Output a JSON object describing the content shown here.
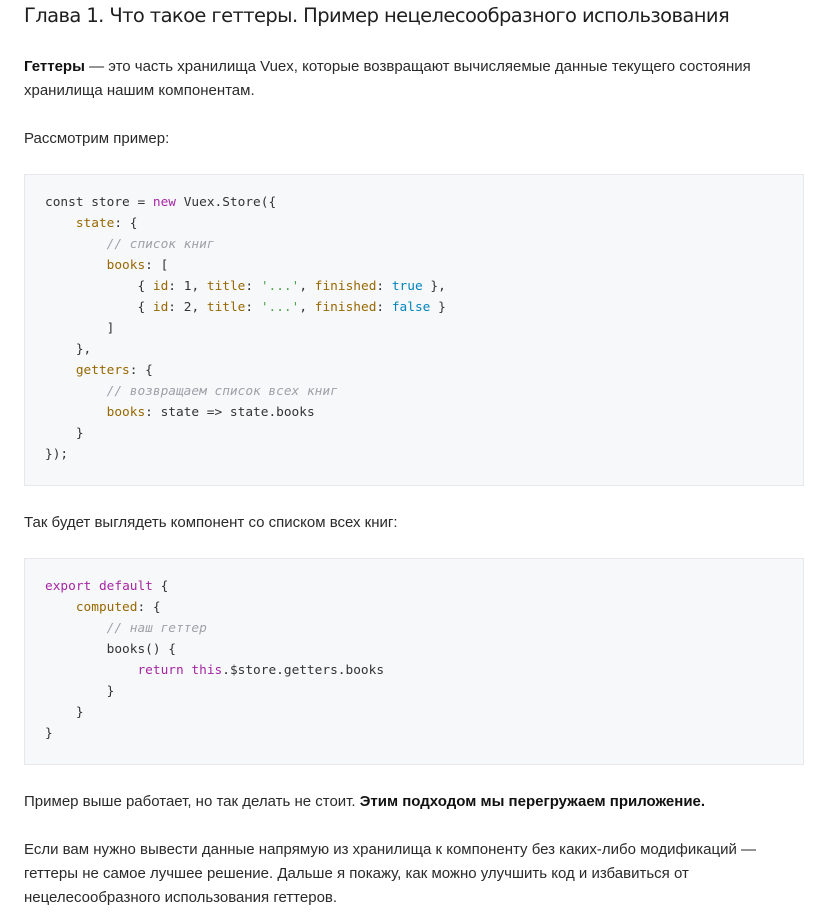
{
  "heading": "Глава 1. Что такое геттеры. Пример нецелесообразного использования",
  "intro": {
    "term": "Геттеры",
    "rest": " — это часть хранилища Vuex, которые возвращают вычисляемые данные текущего состояния хранилища нашим компонентам."
  },
  "consider": "Рассмотрим пример:",
  "code1": {
    "l1_a": "const store = ",
    "l1_b": "new",
    "l1_c": " Vuex.Store({",
    "l2_prop": "state",
    "l2_rest": ": {",
    "l3_cmt": "// список книг",
    "l4_prop": "books",
    "l4_rest": ": [",
    "l5_open": "{ ",
    "id": "id",
    "title": "title",
    "finished": "finished",
    "n1": "1",
    "n2": "2",
    "str": "'...'",
    "true": "true",
    "false": "false",
    "l7": "]",
    "l8": "},",
    "l9_prop": "getters",
    "l9_rest": ": {",
    "l10_cmt": "// возвращаем список всех книг",
    "l11_prop": "books",
    "l11_rest": ": state => state.books",
    "l12": "}",
    "l13": "});"
  },
  "component_intro": "Так будет выглядеть компонент со списком всех книг:",
  "code2": {
    "l1_a": "export",
    "l1_b": "default",
    "l1_c": " {",
    "l2_prop": "computed",
    "l2_rest": ": {",
    "l3_cmt": "// наш геттер",
    "l4": "books() {",
    "l5_kw": "return",
    "l5_this": "this",
    "l5_rest": ".$store.getters.books",
    "l6": "}",
    "l7": "}",
    "l8": "}"
  },
  "warning": {
    "plain": "Пример выше работает, но так делать не стоит. ",
    "bold": "Этим подходом мы перегружаем приложение."
  },
  "conclusion": "Если вам нужно вывести данные напрямую из хранилища к компоненту без каких-либо модификаций — геттеры не самое лучшее решение. Дальше я покажу, как можно улучшить код и избавиться от нецелесообразного использования геттеров."
}
